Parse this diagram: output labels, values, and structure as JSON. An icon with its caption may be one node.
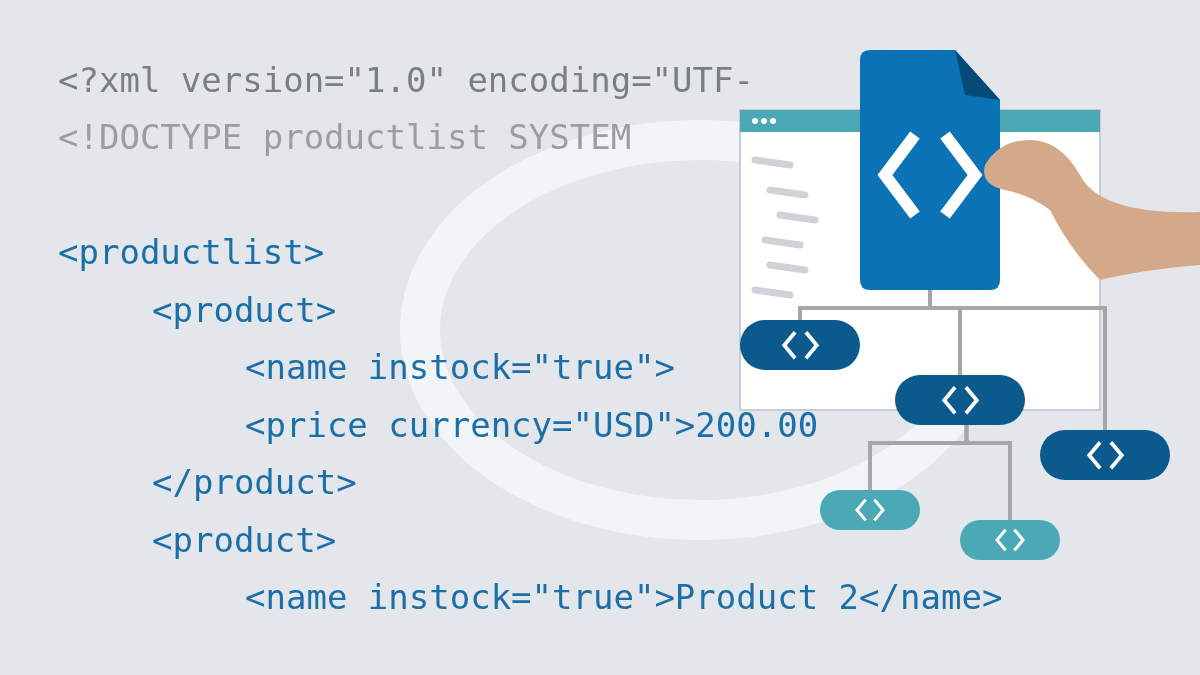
{
  "diagram": {
    "nodes": [
      {
        "text": [],
        "shape": "picture"
      },
      {
        "text": [],
        "shape": "box"
      },
      {
        "text": [],
        "shape": "box"
      },
      {
        "text": [],
        "shape": "box"
      },
      {
        "text": [],
        "shape": "box"
      },
      {
        "text": [],
        "shape": "box"
      }
    ],
    "edges": [
      {
        "from": 0,
        "to": 1,
        "arrow": "none"
      },
      {
        "from": 0,
        "to": 2,
        "arrow": "none"
      },
      {
        "from": 0,
        "to": 3,
        "arrow": "none"
      },
      {
        "from": 2,
        "to": 4,
        "arrow": "none"
      },
      {
        "from": 2,
        "to": 5,
        "arrow": "none"
      }
    ],
    "labels": [
      "<?xml version=\"1.0\" encoding=\"UTF-",
      "<!DOCTYPE productlist SYSTEM",
      "<productlist>",
      "<product>",
      "<name instock=\"true\">",
      "<price currency=\"USD\">200.00",
      "</product>",
      "<product>",
      "<name instock=\"true\">Product 2</name>"
    ]
  }
}
